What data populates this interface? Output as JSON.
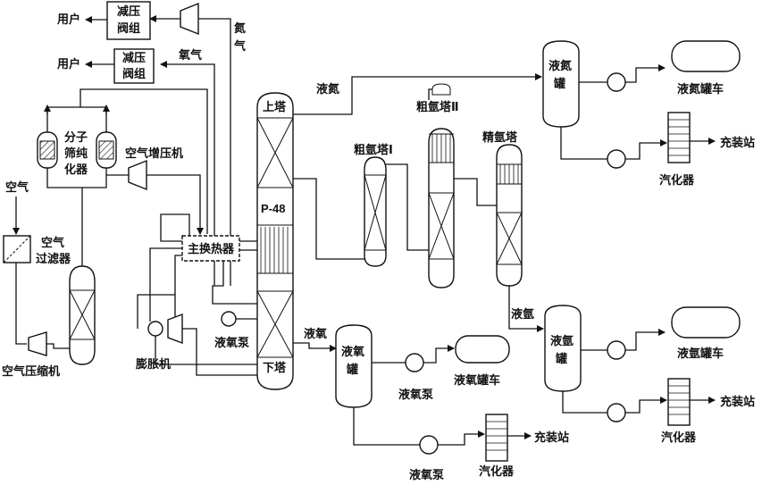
{
  "labels": {
    "user_1": "用户",
    "user_2": "用户",
    "valve_1": [
      "减压",
      "阀组"
    ],
    "valve_2": [
      "减压",
      "阀组"
    ],
    "nitrogen": [
      "氮",
      "气"
    ],
    "oxygen_gas": "氧气",
    "air": "空气",
    "air_filter": [
      "空气",
      "过滤器"
    ],
    "air_compressor": "空气压缩机",
    "mol_sieve": [
      "分子",
      "筛纯",
      "化器"
    ],
    "air_booster": "空气增压机",
    "main_hx": "主换热器",
    "expander": "膨胀机",
    "lox_pump_col": "液氧泵",
    "upper_col": "上塔",
    "packing": "P-48",
    "lower_col": "下塔",
    "liquid_nitrogen": "液氮",
    "crude_ar_1": "粗氩塔Ⅰ",
    "crude_ar_2": "粗氩塔Ⅱ",
    "pure_ar": "精氩塔",
    "ln2_tank": [
      "液氮",
      "罐"
    ],
    "ln2_truck": "液氮罐车",
    "vaporizer_1": "汽化器",
    "filling_1": "充装站",
    "liquid_argon": "液氩",
    "lar_tank": [
      "液氩",
      "罐"
    ],
    "lar_truck": "液氩罐车",
    "vaporizer_2": "汽化器",
    "filling_2": "充装站",
    "liquid_oxygen": "液氧",
    "lox_tank": [
      "液氧",
      "罐"
    ],
    "lox_pump_1": "液氧泵",
    "lox_truck": "液氧罐车",
    "lox_pump_2": "液氧泵",
    "vaporizer_3": "汽化器",
    "filling_3": "充装站"
  }
}
